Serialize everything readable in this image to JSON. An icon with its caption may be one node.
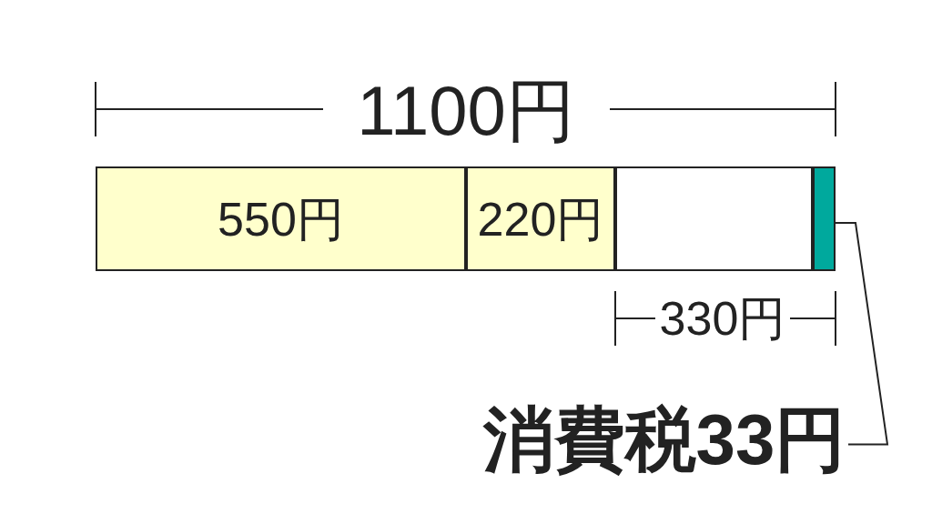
{
  "diagram": {
    "nodes": [
      {
        "text": [
          "550円"
        ]
      },
      {
        "text": [
          "220円"
        ]
      },
      {
        "text": [],
        "shape": "box"
      },
      {
        "text": [],
        "shape": "bar"
      },
      {
        "text": [
          "消費税33円"
        ]
      }
    ],
    "edges": [
      {
        "from": 4,
        "to": 3,
        "arrow": "none"
      }
    ],
    "labels": [
      "1100円",
      "330円"
    ]
  }
}
